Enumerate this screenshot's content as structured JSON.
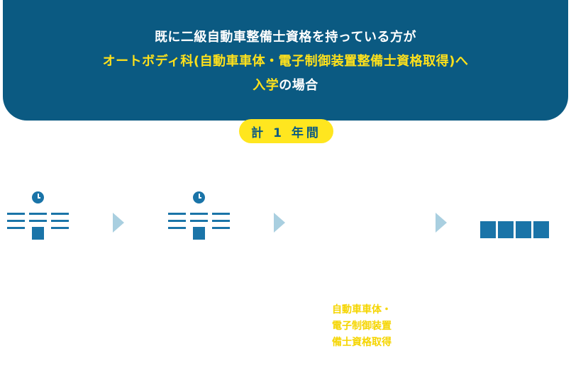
{
  "banner": {
    "line1": "既に二級自動車整備士資格を持っている方が",
    "line2": "オートボディ科(自動車車体・電子制御装置整備士資格取得)へ",
    "line3_highlight": "入学",
    "line3_rest": "の場合"
  },
  "duration_badge": "計 1 年間",
  "certificate": {
    "line1": "自動車車体・",
    "line2": "電子制御装置",
    "line3": "備士資格取得"
  },
  "colors": {
    "banner_bg": "#0b5a82",
    "highlight_text": "#ffe11b",
    "badge_bg": "#ffe61f",
    "icon_blue": "#1a74a8",
    "arrow": "#a9cfe0"
  }
}
